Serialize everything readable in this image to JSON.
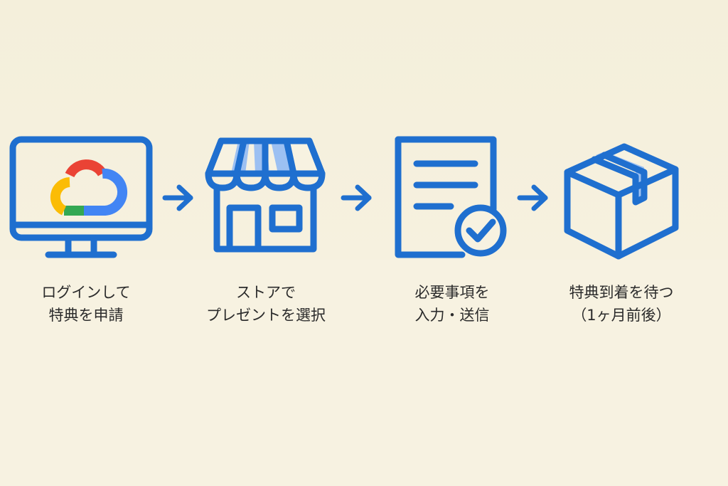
{
  "colors": {
    "background": "#f7f2e1",
    "icon_stroke": "#1f6fcf",
    "icon_fill_light": "#9cc0f2",
    "text": "#2b2b2b",
    "google_blue": "#4285F4",
    "google_red": "#EA4335",
    "google_yellow": "#FBBC05",
    "google_green": "#34A853"
  },
  "steps": [
    {
      "icon": "monitor-google-cloud-icon",
      "label_line1": "ログインして",
      "label_line2": "特典を申請"
    },
    {
      "icon": "store-icon",
      "label_line1": "ストアで",
      "label_line2": "プレゼントを選択"
    },
    {
      "icon": "document-check-icon",
      "label_line1": "必要事項を",
      "label_line2": "入力・送信"
    },
    {
      "icon": "package-box-icon",
      "label_line1": "特典到着を待つ",
      "label_line2": "（1ヶ月前後）"
    }
  ],
  "connector_icon": "arrow-right-icon"
}
